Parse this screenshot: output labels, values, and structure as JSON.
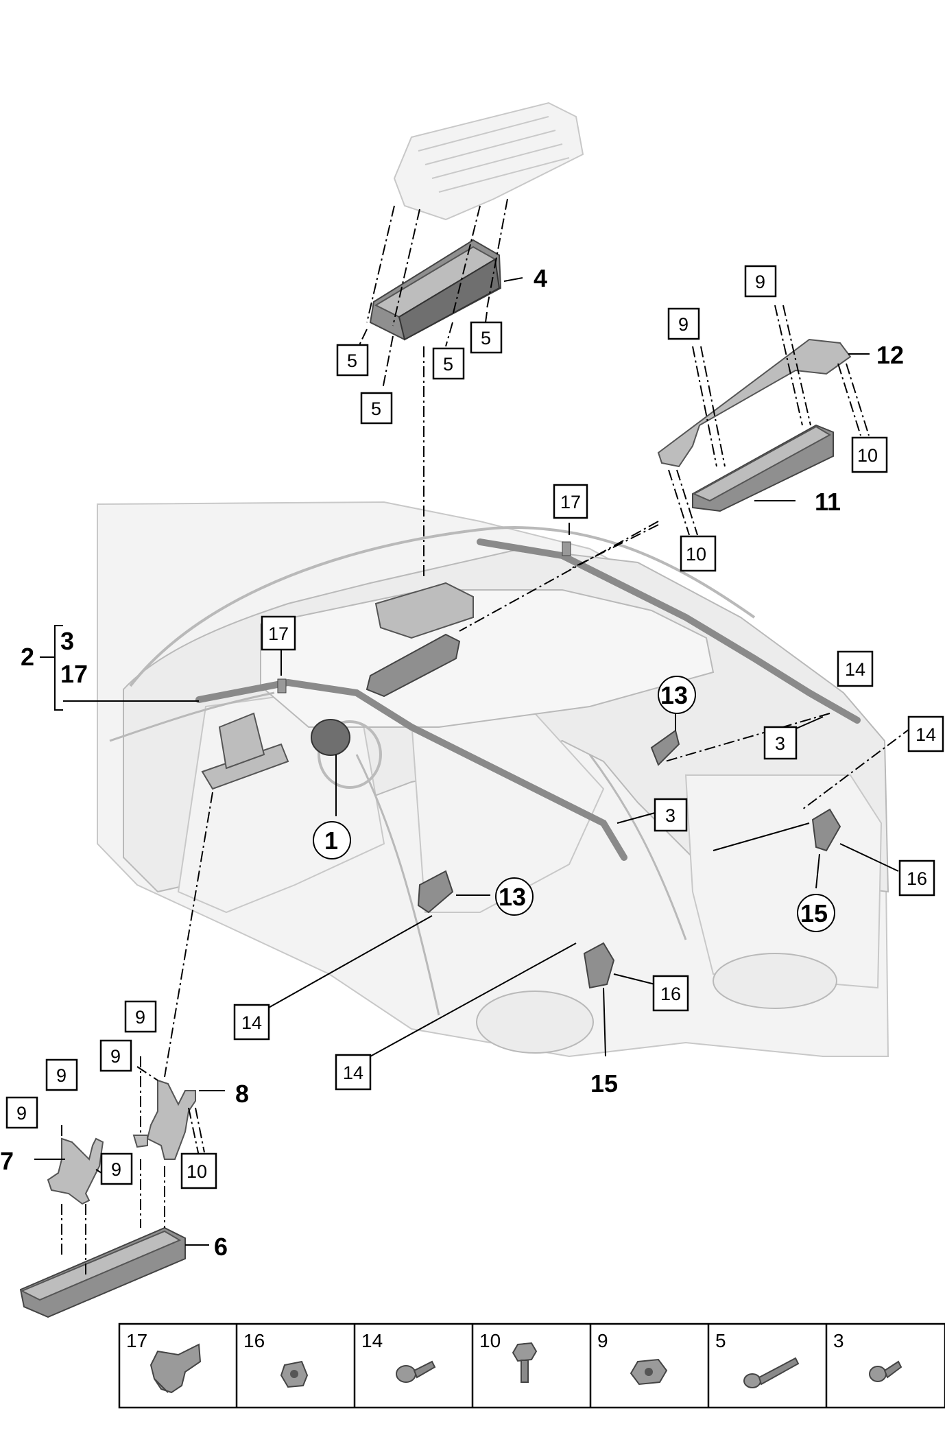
{
  "callouts_bold": {
    "c1": "1",
    "c2": "2",
    "c2a": "3",
    "c2b": "17",
    "c4": "4",
    "c6": "6",
    "c7": "7",
    "c8": "8",
    "c11": "11",
    "c12": "12",
    "c13a": "13",
    "c13b": "13",
    "c15a": "15",
    "c15b": "15"
  },
  "callouts_boxed": {
    "b5a": "5",
    "b5b": "5",
    "b5c": "5",
    "b5d": "5",
    "b9a": "9",
    "b9b": "9",
    "b9c": "9",
    "b9d": "9",
    "b9e": "9",
    "b9f": "9",
    "b9g": "9",
    "b10a": "10",
    "b10b": "10",
    "b10c": "10",
    "b17a": "17",
    "b17b": "17",
    "b3a": "3",
    "b3b": "3",
    "b14a": "14",
    "b14b": "14",
    "b14c": "14",
    "b14d": "14",
    "b16a": "16",
    "b16b": "16"
  },
  "hardware_table": {
    "cells": [
      "17",
      "16",
      "14",
      "10",
      "9",
      "5",
      "3"
    ]
  }
}
